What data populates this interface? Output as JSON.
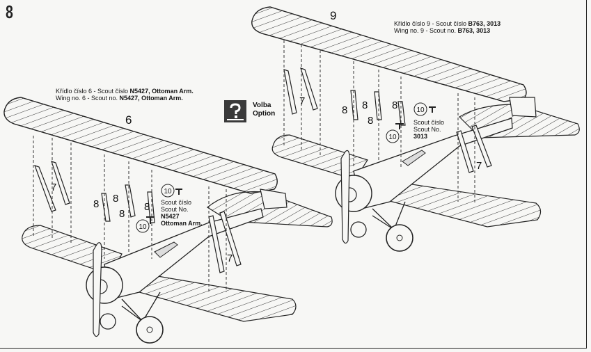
{
  "step_number": "8",
  "option": {
    "line1": "Volba",
    "line2": "Option"
  },
  "left": {
    "caption_cz_prefix": "Křídlo číslo 6 - Scout číslo ",
    "caption_cz_bold": "N5427, Ottoman Arm.",
    "caption_en_prefix": "Wing no. 6 - Scout no. ",
    "caption_en_bold": "N5427, Ottoman Arm.",
    "wing_label": "6",
    "strut_label_7": "7",
    "strut_label_8": "8",
    "part_label_10": "10",
    "scout_lines": [
      "Scout číslo",
      "Scout No."
    ],
    "scout_bold": [
      "N5427",
      "Ottoman Arm."
    ]
  },
  "right": {
    "caption_cz_prefix": "Křídlo číslo 9 - Scout číslo ",
    "caption_cz_bold": "B763, 3013",
    "caption_en_prefix": "Wing no. 9 - Scout no. ",
    "caption_en_bold": "B763, 3013",
    "wing_label": "9",
    "strut_label_7": "7",
    "strut_label_8": "8",
    "part_label_10": "10",
    "scout_lines": [
      "Scout číslo",
      "Scout No."
    ],
    "scout_bold": [
      "3013"
    ]
  }
}
